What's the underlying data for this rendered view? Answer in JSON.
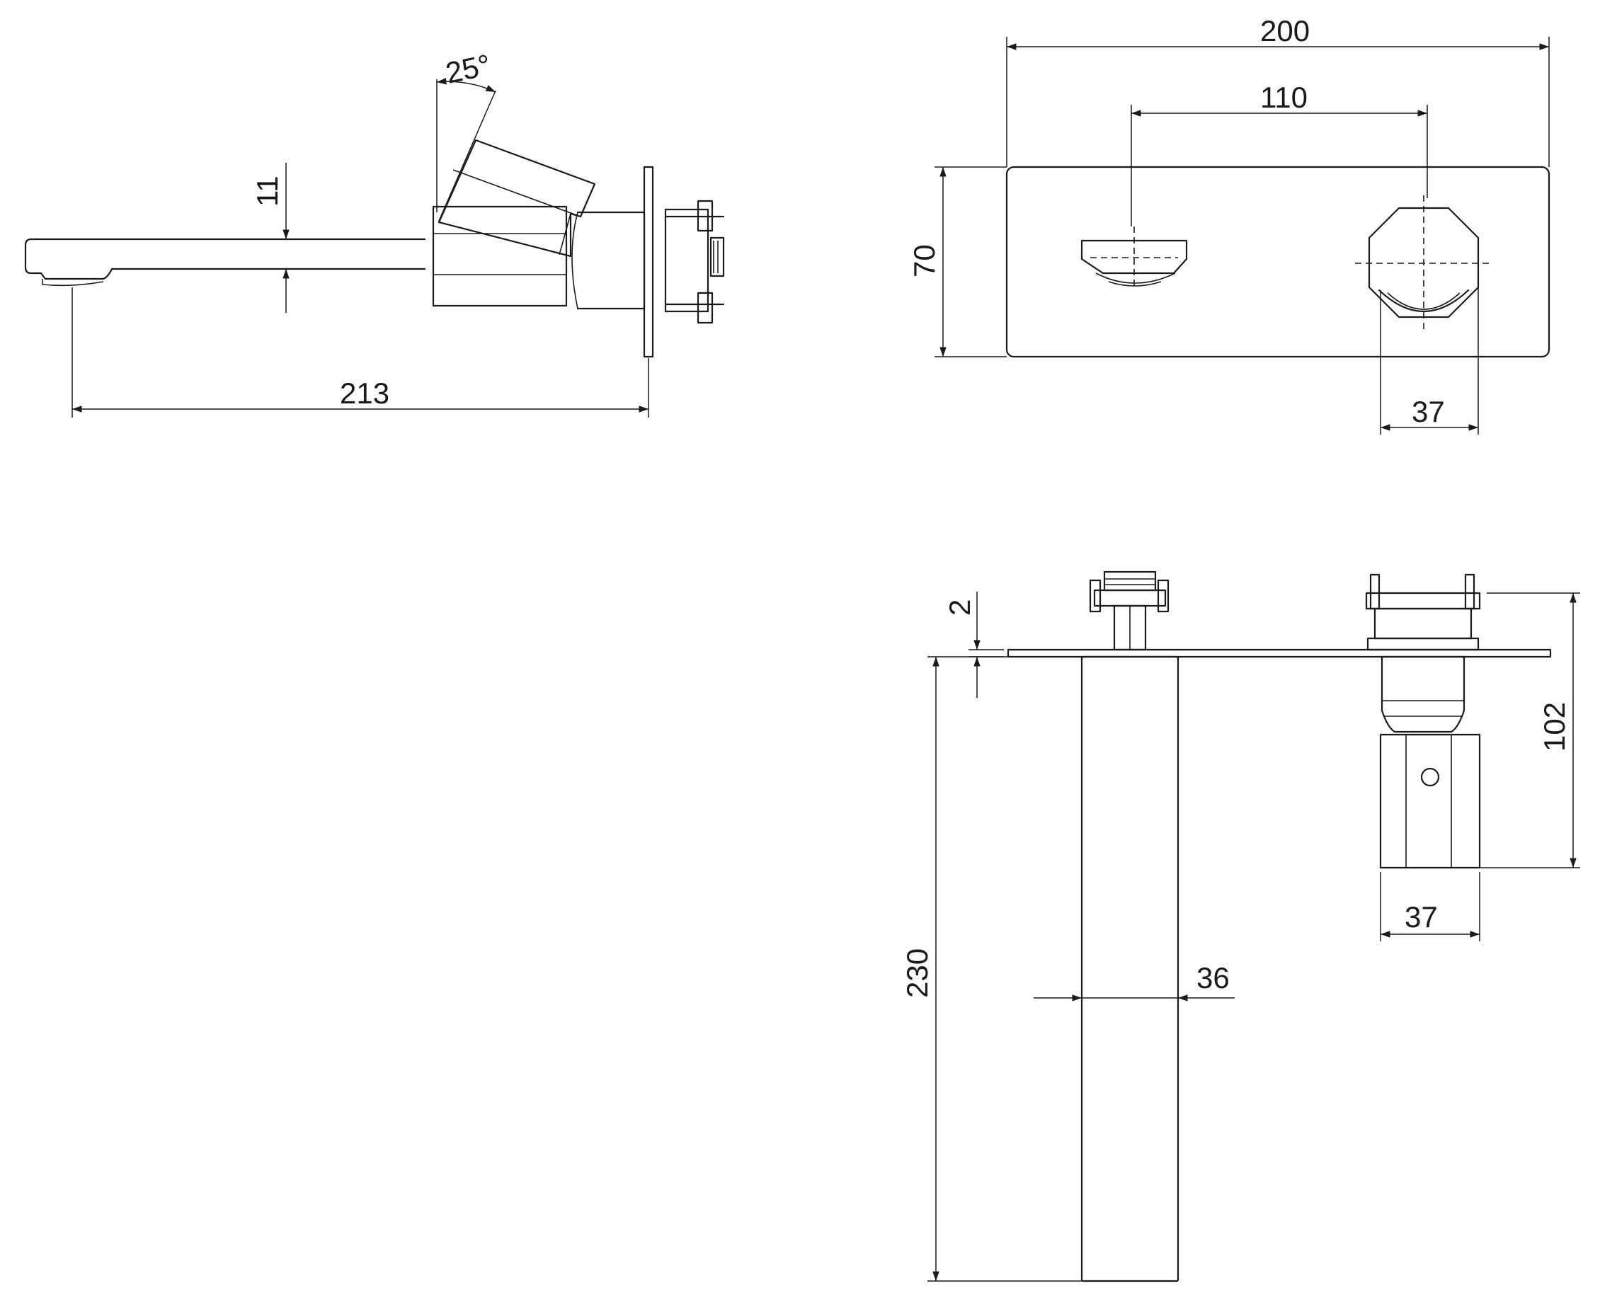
{
  "colors": {
    "line": "#1a1a1a",
    "background": "#ffffff"
  },
  "side_view": {
    "angle": "25°",
    "spout_height": "11",
    "overall_projection": "213"
  },
  "front_view": {
    "plate_width": "200",
    "centres": "110",
    "plate_height": "70",
    "handle_diameter": "37"
  },
  "top_view": {
    "plate_thickness": "2",
    "body_depth": "230",
    "body_width": "36",
    "mixer_depth": "102",
    "mixer_width": "37"
  }
}
